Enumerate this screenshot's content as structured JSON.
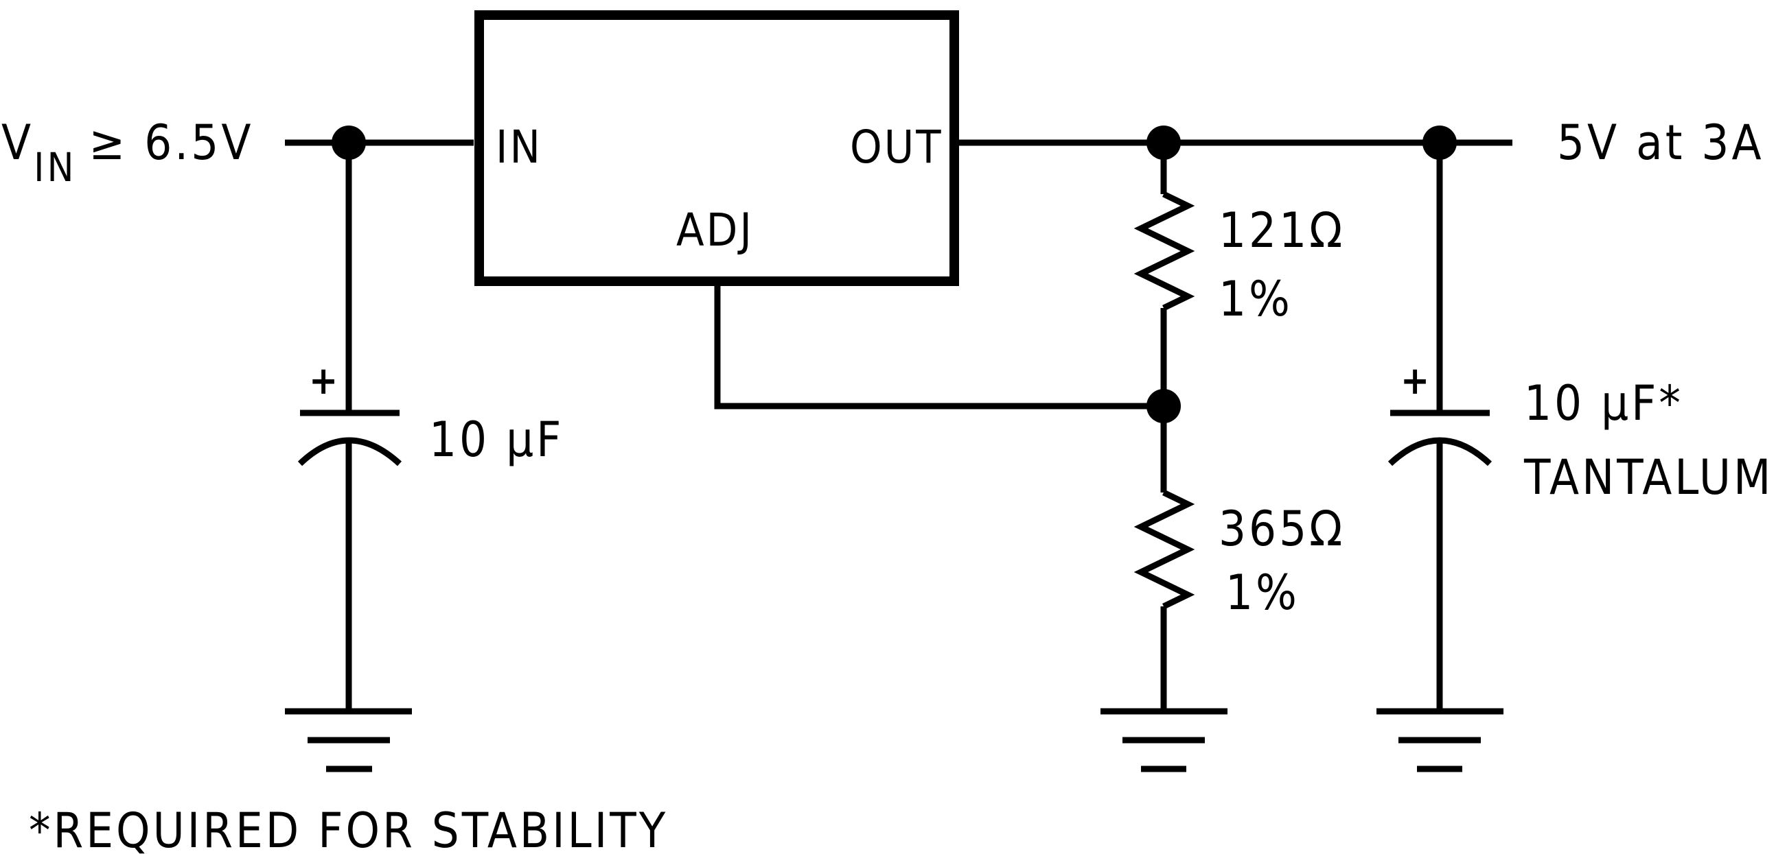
{
  "input": {
    "v_letter": "V",
    "v_subscript": "IN",
    "relation": "≥ 6.5V"
  },
  "regulator": {
    "pin_in": "IN",
    "pin_out": "OUT",
    "pin_adj": "ADJ"
  },
  "output_label": "5V at 3A",
  "input_capacitor": {
    "polarity": "+",
    "value": "10 μF"
  },
  "resistor_top": {
    "value": "121Ω",
    "tolerance": "1%"
  },
  "resistor_bottom": {
    "value": "365Ω",
    "tolerance": "1%"
  },
  "output_capacitor": {
    "polarity": "+",
    "value": "10 μF*",
    "type": "TANTALUM"
  },
  "footnote": "*REQUIRED FOR STABILITY"
}
